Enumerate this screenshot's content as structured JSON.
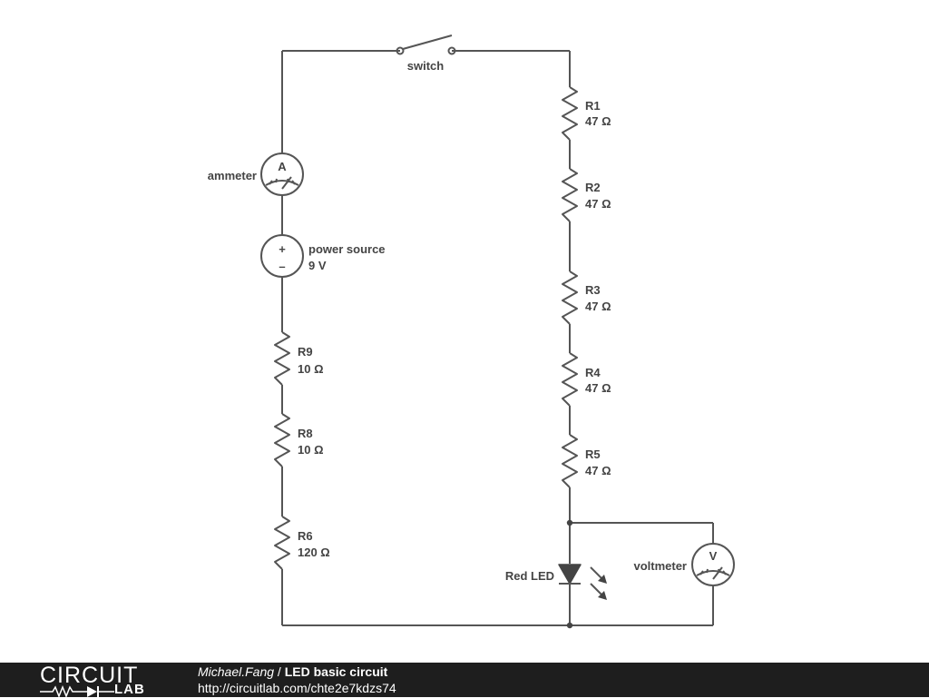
{
  "circuit": {
    "switch": {
      "label": "switch"
    },
    "ammeter": {
      "label": "ammeter",
      "symbol": "A"
    },
    "power_source": {
      "label": "power source",
      "value": "9 V",
      "plus": "+",
      "minus": "–"
    },
    "resistors_right": [
      {
        "name": "R1",
        "value": "47 Ω"
      },
      {
        "name": "R2",
        "value": "47 Ω"
      },
      {
        "name": "R3",
        "value": "47 Ω"
      },
      {
        "name": "R4",
        "value": "47 Ω"
      },
      {
        "name": "R5",
        "value": "47 Ω"
      }
    ],
    "resistors_left": [
      {
        "name": "R9",
        "value": "10 Ω"
      },
      {
        "name": "R8",
        "value": "10 Ω"
      },
      {
        "name": "R6",
        "value": "120 Ω"
      }
    ],
    "led": {
      "label": "Red LED"
    },
    "voltmeter": {
      "label": "voltmeter",
      "symbol": "V"
    }
  },
  "footer": {
    "logo_top": "CIRCUIT",
    "logo_bottom": "LAB",
    "author": "Michael.Fang",
    "separator": " / ",
    "title": "LED basic circuit",
    "url": "http://circuitlab.com/chte2e7kdzs74"
  }
}
